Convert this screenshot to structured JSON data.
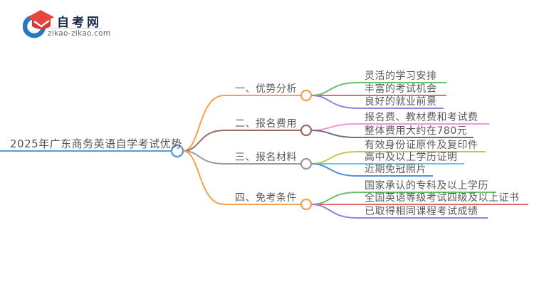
{
  "logo": {
    "site_name": "自考网",
    "site_url": "zikao-zikao.com",
    "icon_blue": "#2878bd",
    "icon_red": "#e8453f",
    "icon_red_dark": "#da3a34"
  },
  "mindmap": {
    "root": {
      "label": "2025年广东商务英语自学考试优势",
      "color": "#5b9bd5"
    },
    "branches": [
      {
        "label": "一、优势分析",
        "color": "#f5a04c",
        "children": [
          {
            "label": "灵活的学习安排",
            "color": "#68bf6e"
          },
          {
            "label": "丰富的考试机会",
            "color": "#e46a67"
          },
          {
            "label": "良好的就业前景",
            "color": "#9b7ed9"
          }
        ]
      },
      {
        "label": "二、报名费用",
        "color": "#9b6d60",
        "children": [
          {
            "label": "报名费、教材费和考试费",
            "color": "#f096dc"
          },
          {
            "label": "整体费用大约在780元",
            "color": "#6e6e6e"
          }
        ]
      },
      {
        "label": "三、报名材料",
        "color": "#9a9a9a",
        "children": [
          {
            "label": "有效身份证原件及复印件",
            "color": "#c9c34f"
          },
          {
            "label": "高中及以上学历证明",
            "color": "#63cde0"
          },
          {
            "label": "近期免冠照片",
            "color": "#4f94d8"
          }
        ]
      },
      {
        "label": "四、免考条件",
        "color": "#f5a04c",
        "children": [
          {
            "label": "国家承认的专科及以上学历",
            "color": "#68bf6e"
          },
          {
            "label": "全国英语等级考试四级及以上证书",
            "color": "#e46a67"
          },
          {
            "label": "已取得相同课程考试成绩",
            "color": "#9b7ed9"
          }
        ]
      }
    ]
  }
}
